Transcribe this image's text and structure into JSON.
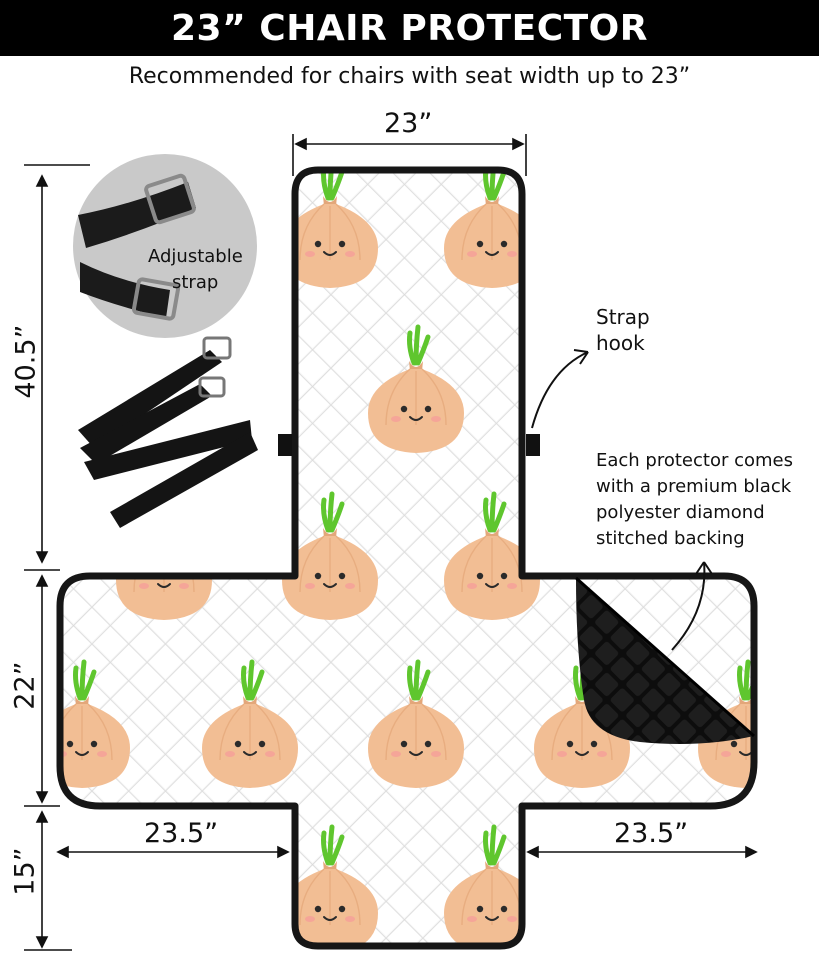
{
  "header": {
    "title": "23” CHAIR PROTECTOR"
  },
  "subtitle": "Recommended for chairs with seat width up to 23”",
  "dimensions": {
    "top_width": "23”",
    "back_height": "40.5”",
    "arm_height": "22”",
    "front_height": "15”",
    "left_arm_width": "23.5”",
    "right_arm_width": "23.5”"
  },
  "callouts": {
    "strap_label_line1": "Adjustable",
    "strap_label_line2": "strap",
    "hook_label_line1": "Strap",
    "hook_label_line2": "hook",
    "backing_line1": "Each protector comes",
    "backing_line2": "with a premium black",
    "backing_line3": "polyester diamond",
    "backing_line4": "stitched backing"
  },
  "colors": {
    "onion": "#F2BE94",
    "sprout": "#5FC62E",
    "backing": "#111111",
    "quilt_bg": "#F4F4F4"
  }
}
